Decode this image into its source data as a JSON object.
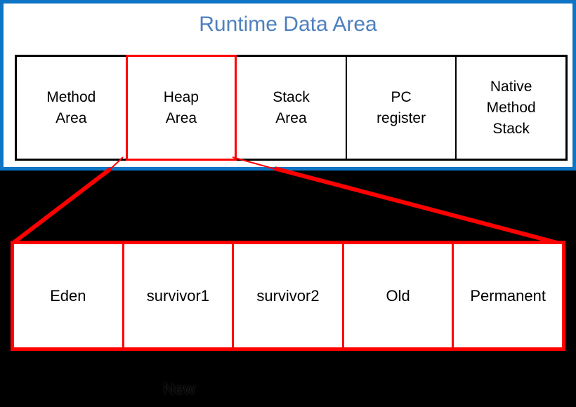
{
  "diagram": {
    "title": "Runtime Data Area",
    "top_row": [
      "Method\nArea",
      "Heap\nArea",
      "Stack\nArea",
      "PC\nregister",
      "Native\nMethod\nStack"
    ],
    "bottom_row": [
      "Eden",
      "survivor1",
      "survivor2",
      "Old",
      "Permanent"
    ],
    "bottom_caption": "New"
  },
  "colors": {
    "panel_border": "#0E74C4",
    "title_text": "#4E80BD",
    "highlight_red": "#FF0000",
    "box_border": "#000000",
    "box_fill": "#FFFFFF",
    "canvas_background": "#000000"
  }
}
